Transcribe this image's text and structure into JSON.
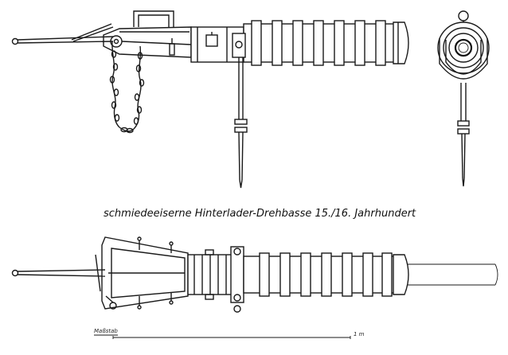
{
  "drawing": {
    "caption": "schmiedeeiserne Hinterlader-Drehbasse  15./16. Jahrhundert",
    "scale_label": "Maßstab",
    "scale_end_label": "1 m"
  },
  "colors": {
    "ink": "#1a1a1a",
    "paper": "#ffffff"
  }
}
